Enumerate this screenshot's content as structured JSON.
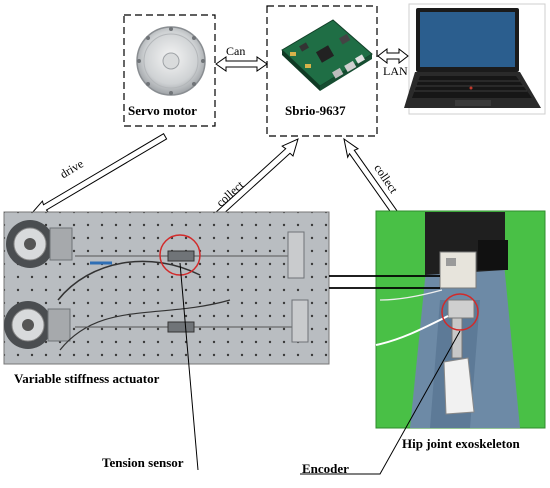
{
  "labels": {
    "servo_motor": "Servo motor",
    "sbrio": "Sbrio-9637",
    "can": "Can",
    "lan": "LAN",
    "drive": "drive",
    "collect_left": "collect",
    "collect_right": "collect",
    "actuator": "Variable stiffness actuator",
    "exoskeleton": "Hip joint exoskeleton",
    "tension_sensor": "Tension sensor",
    "encoder": "Encoder"
  }
}
